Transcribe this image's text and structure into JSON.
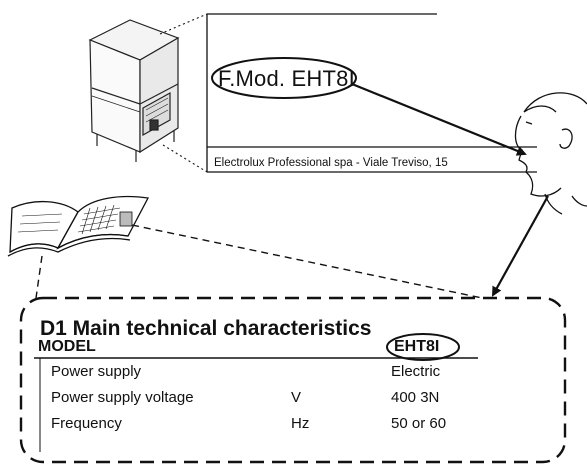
{
  "plate": {
    "model_line": "F.Mod.  EHT8I",
    "address": "Electrolux Professional spa - Viale Treviso, 15"
  },
  "table": {
    "title": "D1 Main technical characteristics",
    "header": {
      "label": "MODEL",
      "value": "EHT8I"
    },
    "rows": [
      {
        "label": "Power supply",
        "unit": "",
        "value": "Electric"
      },
      {
        "label": "Power supply voltage",
        "unit": "V",
        "value": "400 3N"
      },
      {
        "label": "Frequency",
        "unit": "Hz",
        "value": "50 or 60"
      }
    ]
  },
  "illustrations": [
    "dishwasher-icon",
    "manual-book-icon",
    "person-head-icon"
  ]
}
